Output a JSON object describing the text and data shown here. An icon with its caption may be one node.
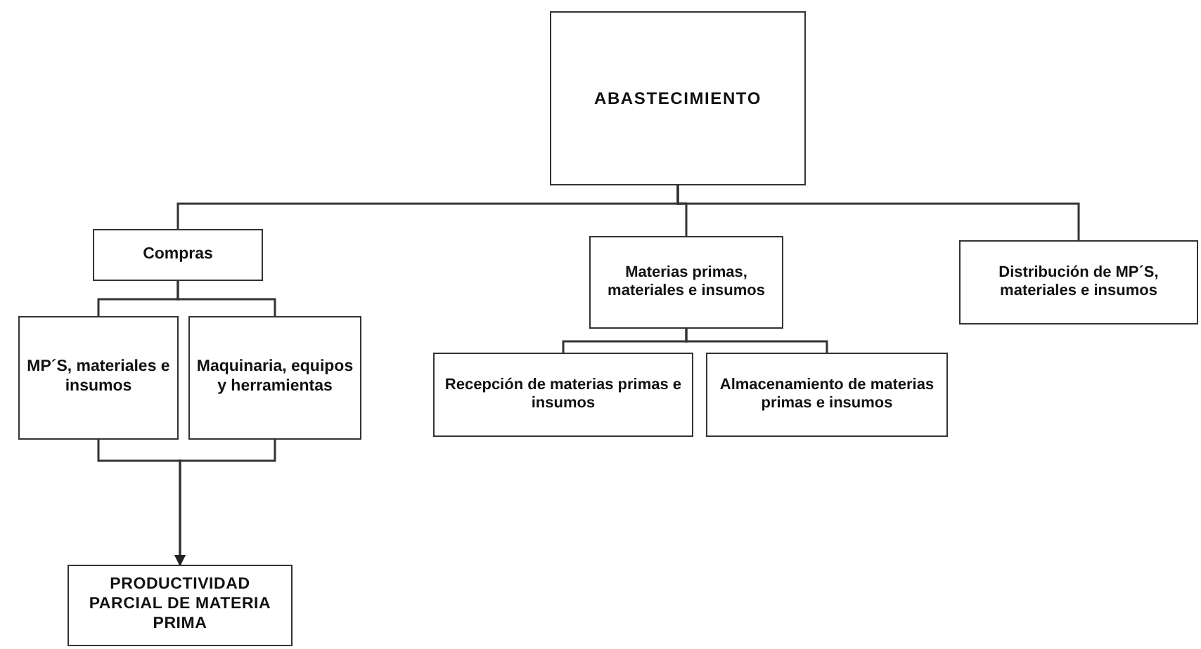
{
  "diagram": {
    "nodes": [
      {
        "text": [
          "ABASTECIMIENTO"
        ]
      },
      {
        "text": [
          "Compras"
        ]
      },
      {
        "text": [
          "MP´S, materiales e insumos"
        ]
      },
      {
        "text": [
          "Maquinaria, equipos y herramientas"
        ]
      },
      {
        "text": [
          "PRODUCTIVIDAD PARCIAL DE MATERIA PRIMA"
        ]
      },
      {
        "text": [
          "Materias primas, materiales e insumos"
        ]
      },
      {
        "text": [
          "Distribución de MP´S, materiales e insumos"
        ]
      },
      {
        "text": [
          "Recepción de materias primas e insumos"
        ]
      },
      {
        "text": [
          "Almacenamiento de materias primas e insumos"
        ]
      }
    ],
    "edges": [
      {
        "from": 0,
        "to": 1,
        "arrow": "none"
      },
      {
        "from": 0,
        "to": 5,
        "arrow": "none"
      },
      {
        "from": 0,
        "to": 6,
        "arrow": "none"
      },
      {
        "from": 1,
        "to": 2,
        "arrow": "none"
      },
      {
        "from": 1,
        "to": 3,
        "arrow": "none"
      },
      {
        "from": 2,
        "to": 4,
        "arrow": "to"
      },
      {
        "from": 3,
        "to": 4,
        "arrow": "to"
      },
      {
        "from": 5,
        "to": 7,
        "arrow": "none"
      },
      {
        "from": 5,
        "to": 8,
        "arrow": "none"
      }
    ]
  }
}
